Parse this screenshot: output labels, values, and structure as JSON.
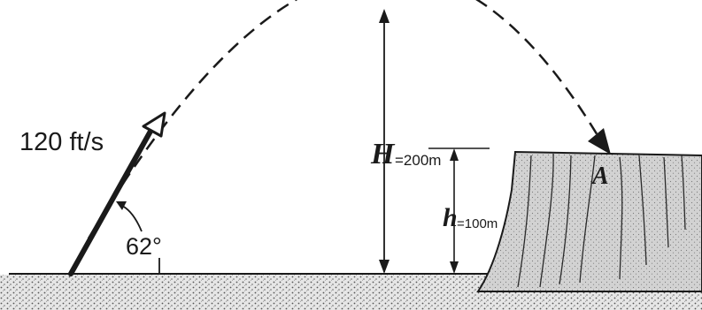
{
  "labels": {
    "velocity": "120 ft/s",
    "angle": "62°",
    "H_letter": "H",
    "H_value": "=200m",
    "h_letter": "h",
    "h_value": "=100m",
    "point": "A"
  },
  "colors": {
    "ink": "#1a1a1a",
    "ground": "#cfcfcf",
    "cliff": "#c9c9c9"
  }
}
